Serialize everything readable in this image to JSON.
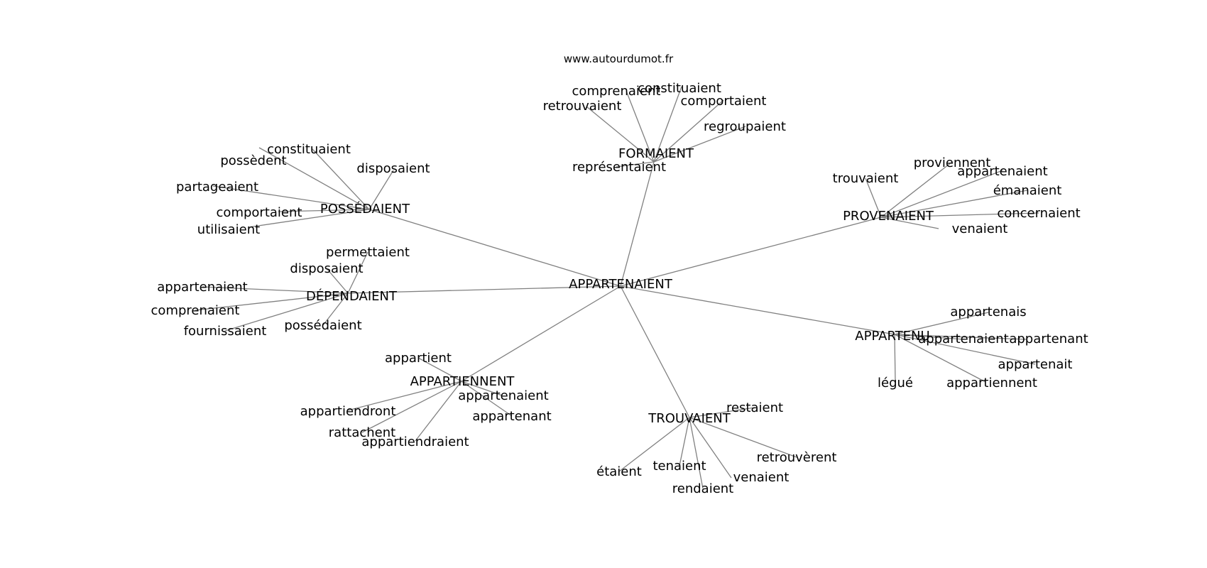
{
  "source": "www.autourdumot.fr",
  "graph": {
    "center": {
      "id": "appartenaient_c",
      "label": "APPARTENAIENT"
    },
    "clusters": [
      {
        "hub": {
          "id": "possedaient",
          "label": "POSSÉDAIENT"
        },
        "leaves": [
          {
            "id": "poss_constituaient",
            "label": "constituaient"
          },
          {
            "id": "poss_possedent",
            "label": "possèdent"
          },
          {
            "id": "poss_disposaient",
            "label": "disposaient"
          },
          {
            "id": "poss_partageaient",
            "label": "partageaient"
          },
          {
            "id": "poss_comportaient",
            "label": "comportaient"
          },
          {
            "id": "poss_utilisaient",
            "label": "utilisaient"
          }
        ]
      },
      {
        "hub": {
          "id": "formaient",
          "label": "FORMAIENT"
        },
        "leaves": [
          {
            "id": "form_comprenaient",
            "label": "comprenaient"
          },
          {
            "id": "form_constituaient",
            "label": "constituaient"
          },
          {
            "id": "form_retrouvaient",
            "label": "retrouvaient"
          },
          {
            "id": "form_comportaient",
            "label": "comportaient"
          },
          {
            "id": "form_regroupaient",
            "label": "regroupaient"
          },
          {
            "id": "form_representaient",
            "label": "représentaient"
          }
        ]
      },
      {
        "hub": {
          "id": "provenaient",
          "label": "PROVENAIENT"
        },
        "leaves": [
          {
            "id": "prov_proviennent",
            "label": "proviennent"
          },
          {
            "id": "prov_trouvaient",
            "label": "trouvaient"
          },
          {
            "id": "prov_appartenaient",
            "label": "appartenaient"
          },
          {
            "id": "prov_emanaient",
            "label": "émanaient"
          },
          {
            "id": "prov_concernaient",
            "label": "concernaient"
          },
          {
            "id": "prov_venaient",
            "label": "venaient"
          }
        ]
      },
      {
        "hub": {
          "id": "dependaient",
          "label": "DÉPENDAIENT"
        },
        "leaves": [
          {
            "id": "dep_permettaient",
            "label": "permettaient"
          },
          {
            "id": "dep_disposaient",
            "label": "disposaient"
          },
          {
            "id": "dep_appartenaient",
            "label": "appartenaient"
          },
          {
            "id": "dep_comprenaient",
            "label": "comprenaient"
          },
          {
            "id": "dep_fournissaient",
            "label": "fournissaient"
          },
          {
            "id": "dep_possedaient",
            "label": "possédaient"
          }
        ]
      },
      {
        "hub": {
          "id": "appartenu",
          "label": "APPARTENU"
        },
        "leaves": [
          {
            "id": "apu_appartenais",
            "label": "appartenais"
          },
          {
            "id": "apu_appartenaient",
            "label": "appartenaient"
          },
          {
            "id": "apu_appartenant",
            "label": "appartenant"
          },
          {
            "id": "apu_appartenait",
            "label": "appartenait"
          },
          {
            "id": "apu_legue",
            "label": "légué"
          },
          {
            "id": "apu_appartiennent",
            "label": "appartiennent"
          }
        ]
      },
      {
        "hub": {
          "id": "appartiennent",
          "label": "APPARTIENNENT"
        },
        "leaves": [
          {
            "id": "api_appartient",
            "label": "appartient"
          },
          {
            "id": "api_appartenaient",
            "label": "appartenaient"
          },
          {
            "id": "api_appartiendront",
            "label": "appartiendront"
          },
          {
            "id": "api_appartenant",
            "label": "appartenant"
          },
          {
            "id": "api_rattachent",
            "label": "rattachent"
          },
          {
            "id": "api_appartiendraient",
            "label": "appartiendraient"
          }
        ]
      },
      {
        "hub": {
          "id": "trouvaient",
          "label": "TROUVAIENT"
        },
        "leaves": [
          {
            "id": "tro_restaient",
            "label": "restaient"
          },
          {
            "id": "tro_retrouverent",
            "label": "retrouvèrent"
          },
          {
            "id": "tro_etaient",
            "label": "étaient"
          },
          {
            "id": "tro_tenaient",
            "label": "tenaient"
          },
          {
            "id": "tro_venaient",
            "label": "venaient"
          },
          {
            "id": "tro_rendaient",
            "label": "rendaient"
          }
        ]
      }
    ]
  }
}
